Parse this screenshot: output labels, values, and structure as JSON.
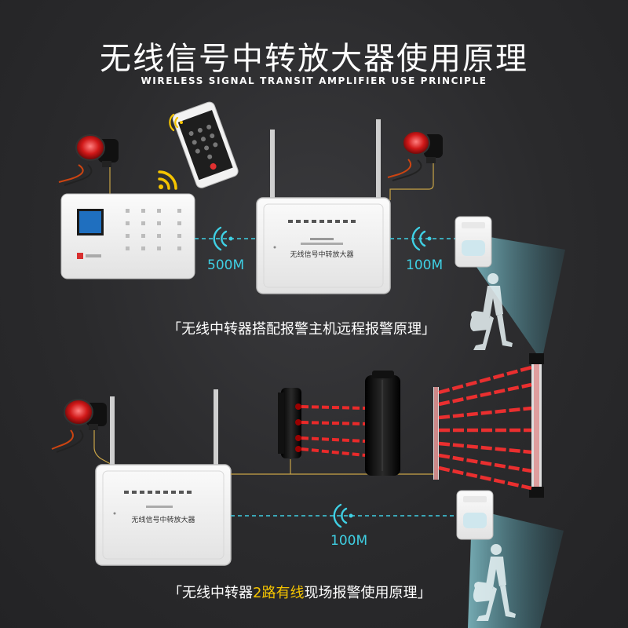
{
  "title": "无线信号中转放大器使用原理",
  "subtitle": "WIRELESS SIGNAL TRANSIT AMPLIFIER USE PRINCIPLE",
  "top": {
    "distance_left": "500M",
    "distance_right": "100M",
    "caption": "「无线中转器搭配报警主机远程报警原理」"
  },
  "bottom": {
    "distance": "100M",
    "caption_pre": "「无线中转器",
    "caption_highlight": "2路有线",
    "caption_post": "现场报警使用原理」"
  },
  "repeater_label": "无线信号中转放大器",
  "colors": {
    "accent_cyan": "#3fd0e4",
    "highlight_yellow": "#f5c400",
    "laser_red": "#ff2a2a",
    "wifi_yellow": "#f5c400"
  }
}
